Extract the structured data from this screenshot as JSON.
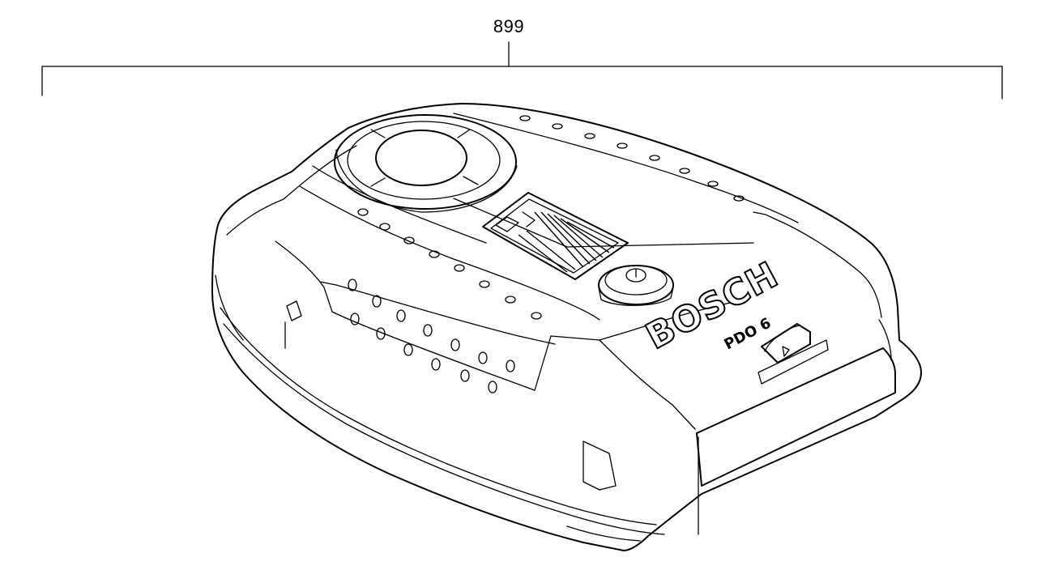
{
  "diagram": {
    "part_number": "899",
    "logo_text": "BOSCH",
    "model_text": "PDO 6"
  }
}
